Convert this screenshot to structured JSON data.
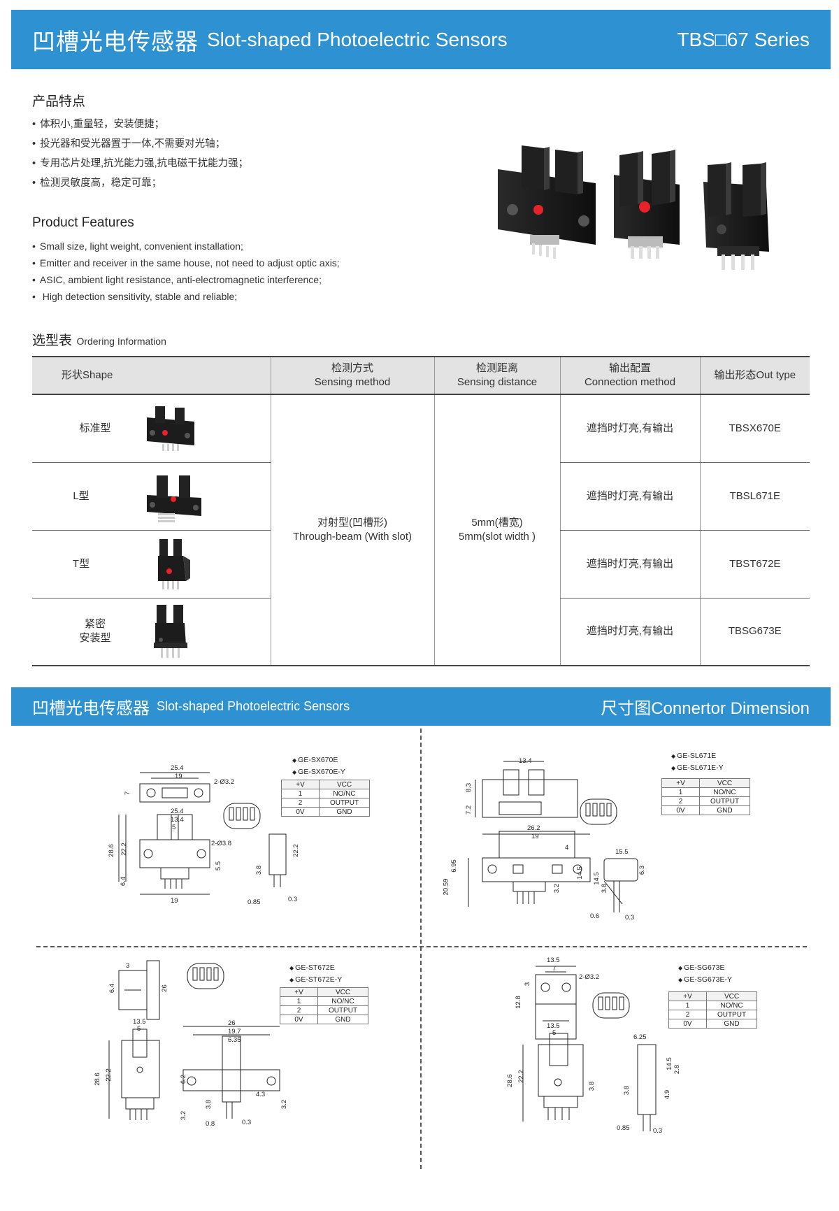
{
  "header": {
    "title_zh": "凹槽光电传感器",
    "title_en": "Slot-shaped Photoelectric Sensors",
    "series": "TBS□67 Series"
  },
  "features_zh": {
    "heading": "产品特点",
    "items": [
      "体积小,重量轻，安装便捷；",
      "投光器和受光器置于一体,不需要对光轴；",
      "专用芯片处理,抗光能力强,抗电磁干扰能力强；",
      "检测灵敏度高，稳定可靠；"
    ]
  },
  "features_en": {
    "heading": "Product Features",
    "items": [
      "Small size, light weight, convenient installation;",
      "Emitter and receiver in the same house, not need to adjust optic axis;",
      "ASIC, ambient light resistance, anti-electromagnetic interference;",
      " High detection sensitivity, stable and reliable;"
    ]
  },
  "ordering": {
    "title_zh": "选型表",
    "title_en": "Ordering Information",
    "headers": {
      "shape": "形状Shape",
      "method_zh": "检测方式",
      "method_en": "Sensing method",
      "distance_zh": "检测距离",
      "distance_en": "Sensing distance",
      "connection_zh": "输出配置",
      "connection_en": "Connection method",
      "outtype": "输出形态Out type"
    },
    "method_zh": "对射型(凹槽形)",
    "method_en": "Through-beam (With slot)",
    "distance_zh": "5mm(槽宽)",
    "distance_en": "5mm(slot width )",
    "rows": [
      {
        "shape": "标准型",
        "connection": "遮挡时灯亮,有输出",
        "model": "TBSX670E"
      },
      {
        "shape": "L型",
        "connection": "遮挡时灯亮,有输出",
        "model": "TBSL671E"
      },
      {
        "shape": "T型",
        "connection": "遮挡时灯亮,有输出",
        "model": "TBST672E"
      },
      {
        "shape_line1": "紧密",
        "shape_line2": "安装型",
        "connection": "遮挡时灯亮,有输出",
        "model": "TBSG673E"
      }
    ]
  },
  "dimension_header": {
    "title_zh": "凹槽光电传感器",
    "title_en": "Slot-shaped Photoelectric Sensors",
    "right": "尺寸图Connertor Dimension"
  },
  "pin_table": [
    [
      "+V",
      "VCC"
    ],
    [
      "1",
      "NO/NC"
    ],
    [
      "2",
      "OUTPUT"
    ],
    [
      "0V",
      "GND"
    ]
  ],
  "pin_legend": [
    "+V",
    "1",
    "2",
    "0V"
  ],
  "drawings": [
    {
      "models": [
        "GE-SX670E",
        "GE-SX670E-Y"
      ],
      "dims": [
        "25.4",
        "19",
        "7",
        "2-Ø3.2",
        "25.4",
        "13.4",
        "5",
        "28.6",
        "22.2",
        "2-Ø3.8",
        "5.5",
        "6.4",
        "19",
        "22.2",
        "3.8",
        "0.85",
        "0.3"
      ]
    },
    {
      "models": [
        "GE-SL671E",
        "GE-SL671E-Y"
      ],
      "dims": [
        "13.4",
        "8.3",
        "7.2",
        "26.2",
        "19",
        "4",
        "20.59",
        "6.95",
        "3.2",
        "14.5",
        "15.5",
        "6.3",
        "14.5",
        "3.8",
        "0.6",
        "0.3"
      ]
    },
    {
      "models": [
        "GE-ST672E",
        "GE-ST672E-Y"
      ],
      "dims": [
        "3",
        "6.4",
        "26",
        "13.5",
        "5",
        "28.6",
        "22.2",
        "26",
        "19.7",
        "6.35",
        "6.2",
        "4.3",
        "3.2",
        "3.8",
        "3.2",
        "0.8",
        "0.3"
      ]
    },
    {
      "models": [
        "GE-SG673E",
        "GE-SG673E-Y"
      ],
      "dims": [
        "13.5",
        "7",
        "2-Ø3.2",
        "3",
        "12.8",
        "13.5",
        "5",
        "28.6",
        "22.2",
        "3.8",
        "6.25",
        "14.5",
        "2.8",
        "4.9",
        "3.8",
        "0.85",
        "0.3"
      ]
    }
  ],
  "colors": {
    "banner": "#2e92d2",
    "header_bg": "#e3e3e3",
    "sensor_body": "#1c1c1c",
    "led": "#e8222b"
  }
}
